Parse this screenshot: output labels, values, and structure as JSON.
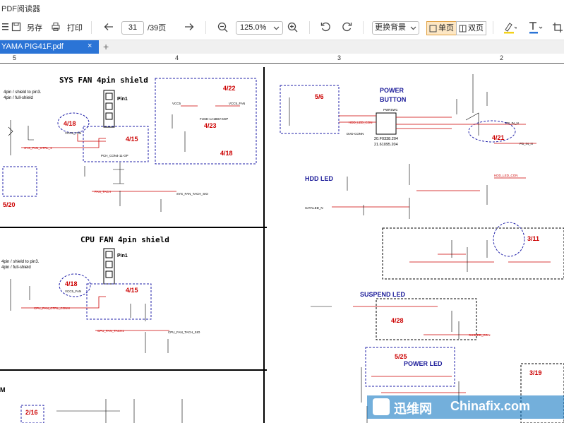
{
  "app": {
    "title": "PDF阅读器"
  },
  "toolbar": {
    "save_as": "另存",
    "print": "打印",
    "current_page": "31",
    "total_pages": "/39页",
    "zoom": "125.0%",
    "background": "更换背景",
    "single_page": "单页",
    "double_page": "双页"
  },
  "tab": {
    "file_name": "YAMA PIG41F.pdf",
    "close": "×",
    "add": "+"
  },
  "ruler": {
    "marks": [
      "5",
      "4",
      "3",
      "2"
    ]
  },
  "schematic": {
    "sys_fan": {
      "title": "SYS FAN 4pin shield",
      "pin1": "Pin1",
      "note1": "4pin / shield to pin3.",
      "note2": "4pin / full-shield",
      "date_a": "4/18",
      "date_b": "4/15",
      "date_c": "4/22",
      "date_d": "4/23",
      "date_e": "4/18",
      "date_f": "5/20",
      "lbl_vcc": "VCC5_FAN",
      "lbl_ctrl": "SYS_FAN_CTRL_1",
      "lbl_tach": "FAN_TACH",
      "lbl_tach_out": "SYS_FAN_TACH_SIO",
      "lbl_conn": "PCH_CON4-11-GP",
      "lbl_fuse": "FUSE-1A1B8V-6GP",
      "lbl_vcc5": "VCC5",
      "lbl_vcc5fan": "VCC5_FAN"
    },
    "cpu_fan": {
      "title": "CPU FAN 4pin shield",
      "pin1": "Pin1",
      "note1": "4pin / shield to pin3.",
      "note2": "4pin / full-shield",
      "date_a": "4/18",
      "date_b": "4/15",
      "lbl_vcc": "VCC5_FAN",
      "lbl_ctrl": "CPU_FAN_CTRL_CONN",
      "lbl_tach": "CPU_FAN_TACH1",
      "lbl_tach_out": "CPU_FAN_TACH_SIO"
    },
    "power_button": {
      "title_line1": "POWER",
      "title_line2": "BUTTON",
      "date_a": "5/6",
      "date_b": "4/21",
      "lbl_pwrsw": "PWRSW1",
      "lbl_conn": "DVD-CONN",
      "lbl_p1": "20.F0338.204",
      "lbl_p2": "21.61095.204",
      "lbl_pb": "PB_IN_N",
      "lbl_pbm": "PB_IN_N",
      "lbl_hdd": "HDD_LED_CON"
    },
    "hdd_led": {
      "title": "HDD LED",
      "lbl_sata": "SATALED_N",
      "lbl_hdd": "HDD_LED_CON"
    },
    "suspend_led": {
      "title": "SUSPEND LED",
      "date_a": "3/11",
      "date_b": "4/28",
      "lbl_susled": "SUSLED_CON"
    },
    "power_led": {
      "title": "POWER LED",
      "date_a": "5/25",
      "date_b": "3/19"
    },
    "bottom": {
      "date_a": "2/16",
      "lbl_m": "M"
    }
  },
  "watermark": {
    "cn": "迅维网",
    "en": "Chinafix.com"
  }
}
